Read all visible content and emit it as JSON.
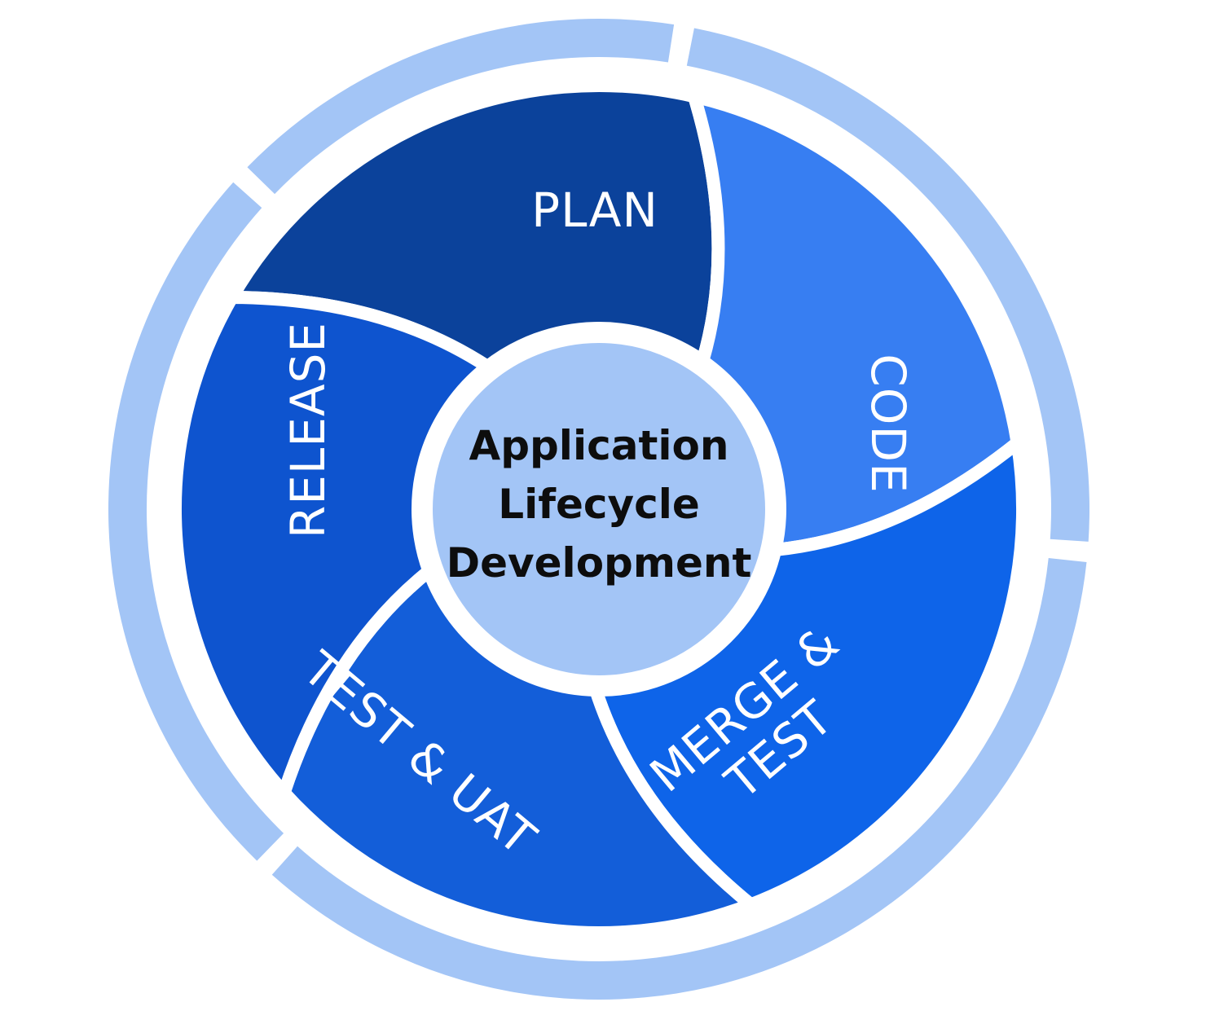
{
  "diagram": {
    "center_title_lines": [
      "Application",
      "Lifecycle",
      "Development"
    ],
    "segments": [
      {
        "id": "plan",
        "label_lines": [
          "PLAN"
        ],
        "color": "#0b429b"
      },
      {
        "id": "code",
        "label_lines": [
          "CODE"
        ],
        "color": "#377ef2"
      },
      {
        "id": "merge-test",
        "label_lines": [
          "MERGE &",
          "TEST"
        ],
        "color": "#0e64e9"
      },
      {
        "id": "test-uat",
        "label_lines": [
          "TEST & UAT"
        ],
        "color": "#135ed9"
      },
      {
        "id": "release",
        "label_lines": [
          "RELEASE"
        ],
        "color": "#0e54cf"
      }
    ],
    "colors": {
      "outer_ring": "#a3c5f6",
      "hub": "#a3c5f6",
      "background": "#ffffff",
      "separator": "#ffffff",
      "center_text": "#0d0d0d"
    }
  }
}
